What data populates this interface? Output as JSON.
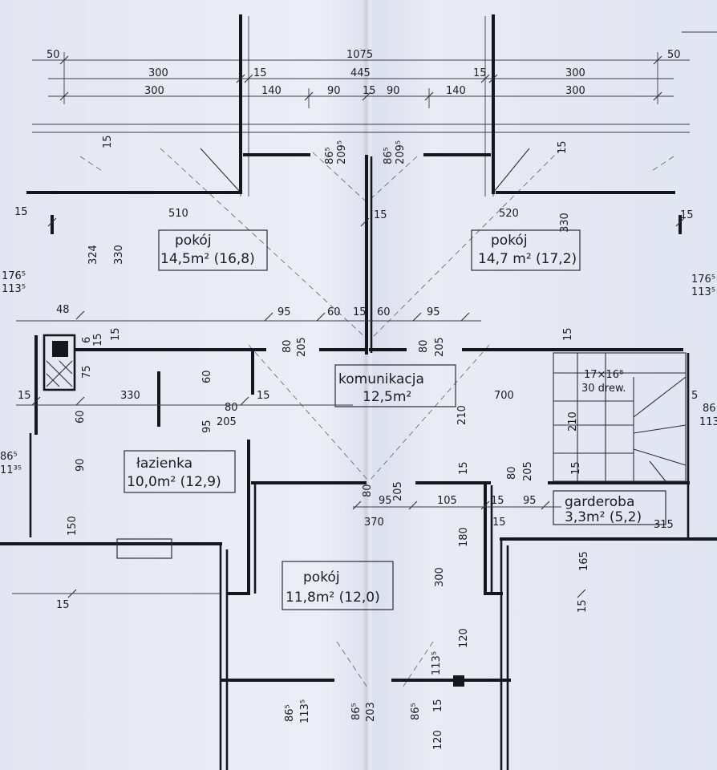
{
  "rooms": [
    {
      "name": "pokój",
      "area": "14,5m² (16,8)"
    },
    {
      "name": "pokój",
      "area": "14,7 m² (17,2)"
    },
    {
      "name": "komunikacja",
      "area": "12,5m²"
    },
    {
      "name": "łazienka",
      "area": "10,0m² (12,9)"
    },
    {
      "name": "pokój",
      "area": "11,8m² (12,0)"
    },
    {
      "name": "garderoba",
      "area": "3,3m² (5,2)"
    }
  ],
  "stairs": {
    "label": "17×16⁸",
    "sublabel": "30 drew."
  },
  "dims": {
    "d50_left": "50",
    "d1075": "1075",
    "d50_right": "50",
    "d300a": "300",
    "d300b": "300",
    "d15a": "15",
    "d445": "445",
    "d15b": "15",
    "d300c": "300",
    "d300d": "300",
    "d140a": "140",
    "d90a": "90",
    "d15c": "15",
    "d90b": "90",
    "d140b": "140",
    "d865a": "86⁵",
    "d2095a": "209⁵",
    "d865b": "86⁵",
    "d2095b": "209⁵",
    "d15_vl": "15",
    "d15_vr": "15",
    "d15_l": "15",
    "d510": "510",
    "d15_mid": "15",
    "d520": "520",
    "d330r": "330",
    "d15_r": "15",
    "d324": "324",
    "d330l": "330",
    "d1765l": "176⁵",
    "d1135l": "113⁵",
    "d1765r": "176⁵",
    "d1135r": "113⁵",
    "d48": "48",
    "d95a": "95",
    "d60a": "60",
    "d15d": "15",
    "d60b": "60",
    "d95b": "95",
    "d80a": "80",
    "d205a": "205",
    "d80b": "80",
    "d205b": "205",
    "d15e": "15",
    "d6": "6",
    "d15f": "15",
    "d75": "75",
    "d15_row": "15",
    "d330mid": "330",
    "d60c": "60",
    "d80c": "80",
    "d15g": "15",
    "d95c": "95",
    "d205c": "205",
    "d700": "700",
    "d210a": "210",
    "d210b": "210",
    "d5": "5",
    "d86r": "86",
    "d113r": "113",
    "d60v": "60",
    "d90v": "90",
    "d150v": "150",
    "d865l": "86⁵",
    "d1135l2": "11³⁵",
    "d80d": "80",
    "d205d": "205",
    "d95d": "95",
    "d105": "105",
    "d15h": "15",
    "d95e": "95",
    "d80e": "80",
    "d205e": "205",
    "d15i": "15",
    "d15j": "15",
    "d370": "370",
    "d315": "315",
    "d180": "180",
    "d300v": "300",
    "d165": "165",
    "d15k": "15",
    "d15l": "15",
    "d120": "120",
    "d1135b": "113⁵",
    "d865c": "86⁵",
    "d1135c": "113⁵",
    "d865d": "86⁵",
    "d203": "203",
    "d865e": "86⁵",
    "d15m": "15",
    "d120b": "120"
  },
  "colors": {
    "paper": "#e6e9f4",
    "ink": "#15171c"
  }
}
